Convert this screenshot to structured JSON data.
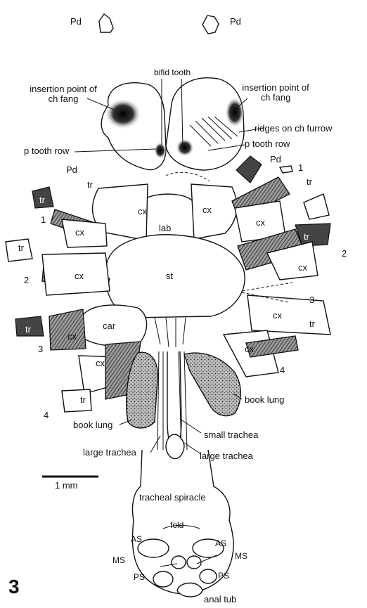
{
  "figure_number": "3",
  "labels": {
    "pd_top_left": "Pd",
    "pd_top_right": "Pd",
    "bifid_tooth": "bifid tooth",
    "insertion_left": "insertion point of\nch fang",
    "insertion_right": "insertion point of\nch fang",
    "ridges": "ridges on ch furrow",
    "p_tooth_row_left": "p tooth row",
    "p_tooth_row_right": "p tooth row",
    "pd_left": "Pd",
    "pd_right": "Pd",
    "one_right": "1",
    "one_left": "1",
    "tr_1": "tr",
    "tr_2": "tr",
    "tr_3": "tr",
    "tr_4": "tr",
    "tr_5": "tr",
    "tr_6": "tr",
    "tr_7": "tr",
    "tr_8": "tr",
    "cx_1": "cx",
    "cx_2": "cx",
    "cx_3": "cx",
    "cx_4": "cx",
    "cx_5": "cx",
    "cx_6": "cx",
    "cx_7": "cx",
    "cx_8": "cx",
    "cx_9": "cx",
    "cx_10": "cx",
    "lab": "lab",
    "st": "st",
    "car": "car",
    "two_left": "2",
    "two_right": "2",
    "three_left": "3",
    "three_right": "3",
    "four_left": "4",
    "four_right": "4",
    "book_lung_right": "book lung",
    "book_lung_left": "book lung",
    "small_trachea": "small trachea",
    "large_trachea_left": "large trachea",
    "large_trachea_right": "large trachea",
    "scale": "1 mm",
    "tracheal_spiracle": "tracheal spiracle",
    "fold": "fold",
    "as_left": "AS",
    "as_right": "AS",
    "ms_left": "MS",
    "ms_right": "MS",
    "ps_left": "PS",
    "ps_right": "PS",
    "anal_tub": "anal tub"
  }
}
